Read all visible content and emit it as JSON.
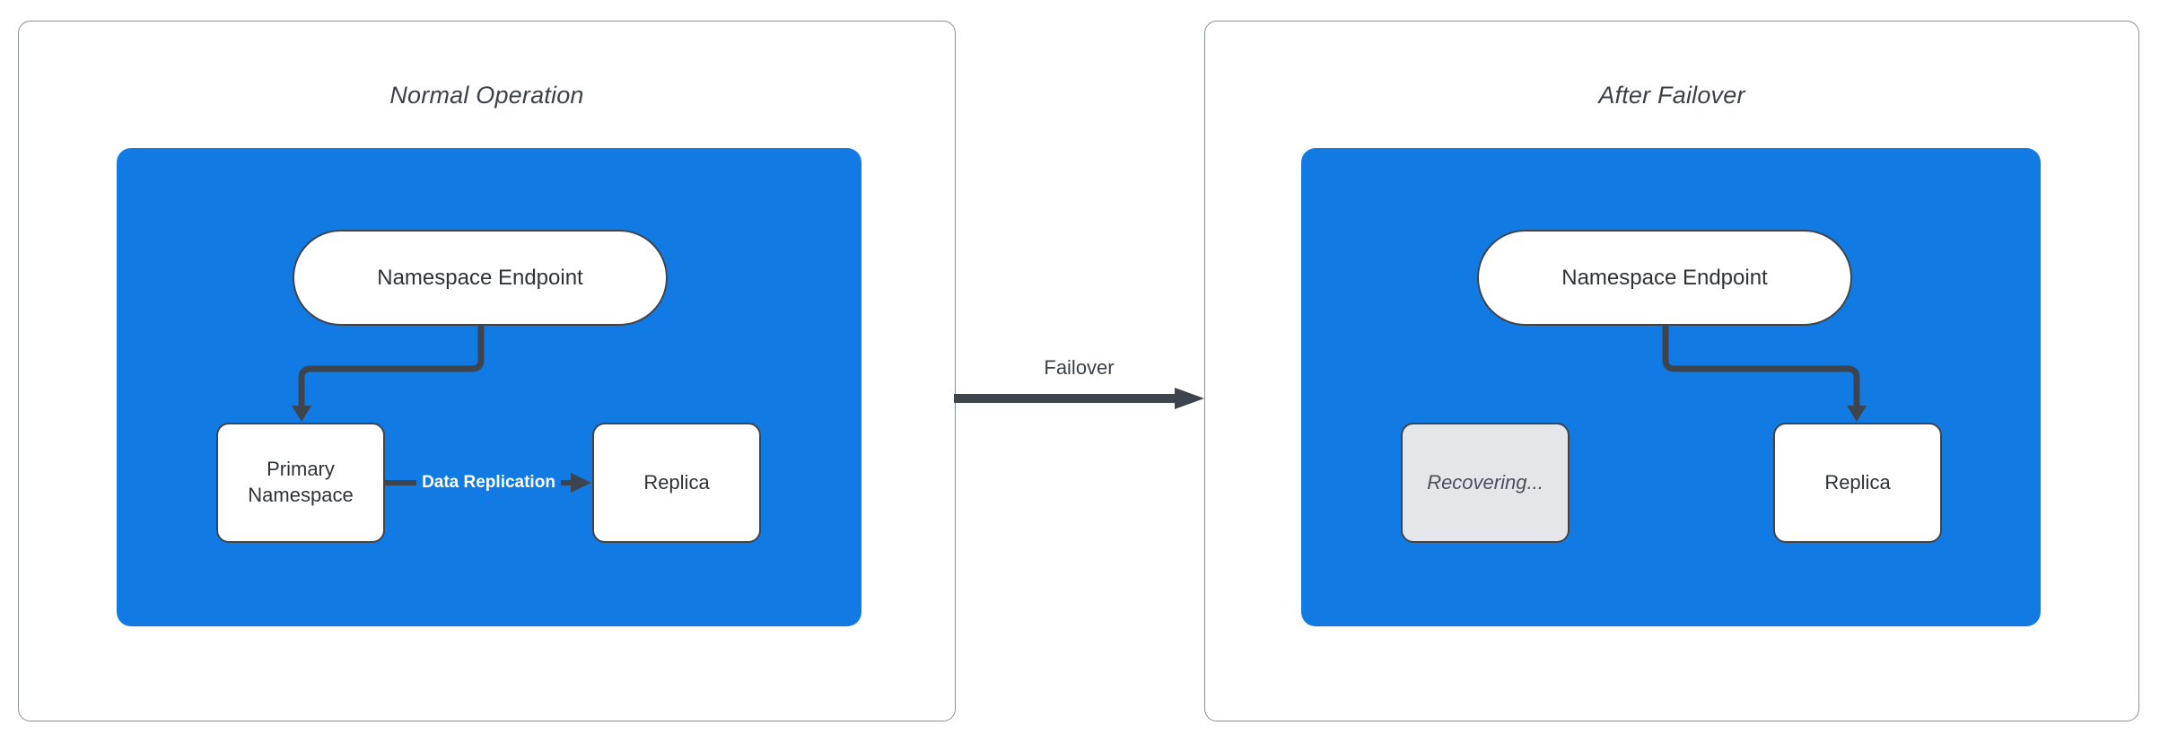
{
  "colors": {
    "cluster-blue": "#127AE3",
    "stroke-dark": "#3E444D",
    "node-text": "#2E3338",
    "title-text": "#3C4148",
    "recovering-bg": "#E4E6E9",
    "recovering-text": "#4A505A",
    "panel-border": "#8C9196",
    "label-on-blue": "#FFFFFF"
  },
  "failover": {
    "label": "Failover"
  },
  "panels": [
    {
      "title": "Normal Operation",
      "endpoint_label": "Namespace Endpoint",
      "left_node_label": "Primary Namespace",
      "right_node_label": "Replica",
      "replication_label": "Data Replication"
    },
    {
      "title": "After Failover",
      "endpoint_label": "Namespace Endpoint",
      "left_node_label": "Recovering...",
      "right_node_label": "Replica"
    }
  ]
}
